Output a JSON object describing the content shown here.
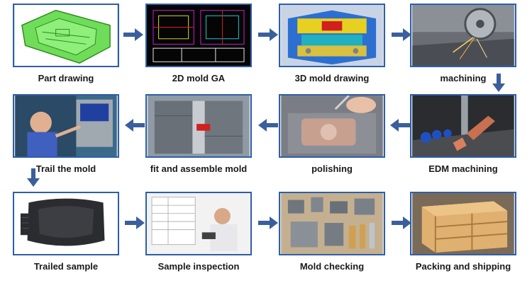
{
  "steps": [
    {
      "label": "Part drawing"
    },
    {
      "label": "2D mold GA"
    },
    {
      "label": "3D mold drawing"
    },
    {
      "label": "machining"
    },
    {
      "label": "EDM machining"
    },
    {
      "label": "polishing"
    },
    {
      "label": "fit and assemble mold"
    },
    {
      "label": "Trail the mold"
    },
    {
      "label": "Trailed sample"
    },
    {
      "label": "Sample inspection"
    },
    {
      "label": "Mold checking"
    },
    {
      "label": "Packing and shipping"
    }
  ],
  "colors": {
    "frame_border": "#2e5fa8",
    "arrow": "#3a5f9c"
  }
}
